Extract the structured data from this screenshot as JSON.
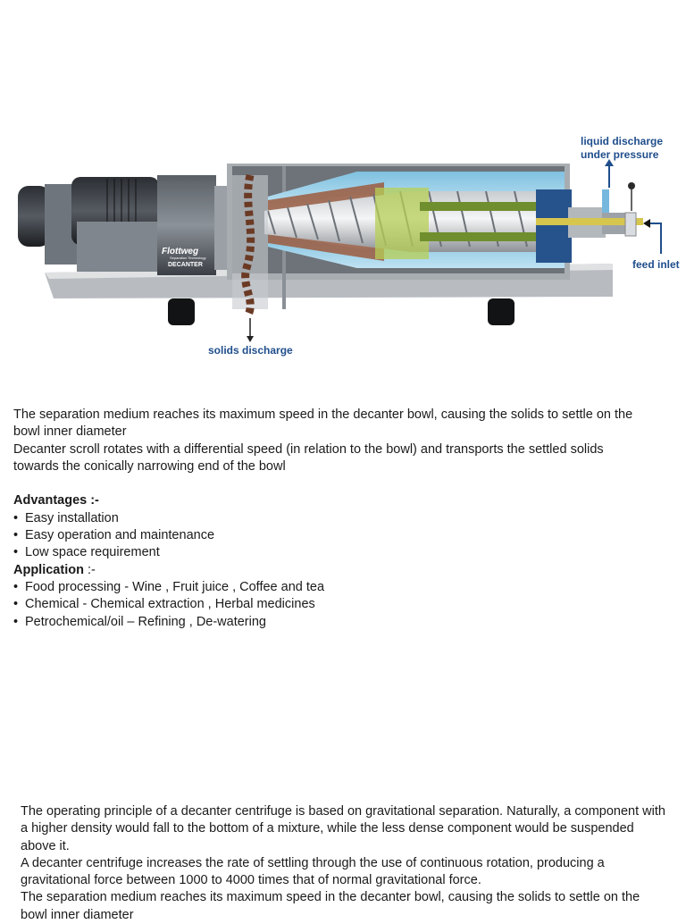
{
  "diagram": {
    "brand": "Flottweg",
    "brand_sub": "Separation Technology",
    "model": "DECANTER",
    "labels": {
      "liquid_line1": "liquid discharge",
      "liquid_line2": "under pressure",
      "feed": "feed inlet",
      "solids": "solids discharge"
    }
  },
  "intro": {
    "p1": "The separation medium reaches its maximum speed in the decanter bowl, causing the solids to settle on the bowl inner diameter",
    "p2": "Decanter scroll rotates with a differential speed (in relation to the bowl) and transports the settled solids towards the conically narrowing end of the bowl"
  },
  "advantages": {
    "heading": "Advantages :-",
    "items": [
      "Easy installation",
      "Easy operation and maintenance",
      "Low space requirement"
    ]
  },
  "application": {
    "heading": "Application",
    "suffix": " :-",
    "items": [
      "Food processing - Wine , Fruit juice , Coffee and tea",
      "Chemical - Chemical extraction , Herbal medicines",
      "Petrochemical/oil – Refining , De-watering"
    ]
  },
  "principle": {
    "p1": "The operating principle of a decanter centrifuge is based on gravitational separation. Naturally, a component with a higher density would fall to the bottom of a mixture, while the less dense component would be suspended above it.",
    "p2": "A decanter centrifuge increases the rate of settling through the use of continuous rotation, producing a gravitational force between 1000 to 4000 times that of normal gravitational force.",
    "p3": "The separation medium reaches its maximum speed in the decanter bowl, causing the solids to settle on the bowl inner diameter"
  }
}
